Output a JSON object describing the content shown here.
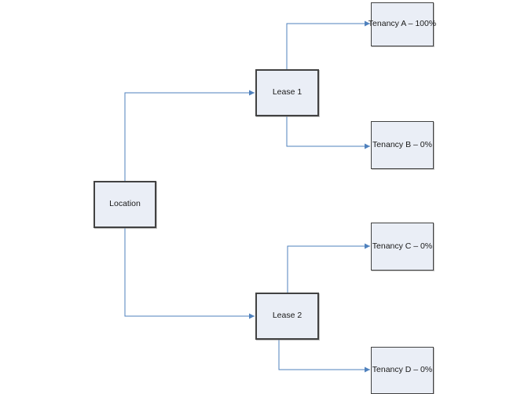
{
  "diagram": {
    "nodes": {
      "location": {
        "label": "Location"
      },
      "lease1": {
        "label": "Lease 1"
      },
      "lease2": {
        "label": "Lease 2"
      },
      "tenancy_a": {
        "label": "Tenancy A – 100%"
      },
      "tenancy_b": {
        "label": "Tenancy B – 0%"
      },
      "tenancy_c": {
        "label": "Tenancy C – 0%"
      },
      "tenancy_d": {
        "label": "Tenancy D – 0%"
      }
    },
    "edges": [
      {
        "from": "Location",
        "to": "Lease 1"
      },
      {
        "from": "Location",
        "to": "Lease 2"
      },
      {
        "from": "Lease 1",
        "to": "Tenancy A – 100%"
      },
      {
        "from": "Lease 1",
        "to": "Tenancy B – 0%"
      },
      {
        "from": "Lease 2",
        "to": "Tenancy C – 0%"
      },
      {
        "from": "Lease 2",
        "to": "Tenancy D – 0%"
      }
    ]
  },
  "colors": {
    "background": "#ffffff",
    "node_fill": "#eaeef6",
    "node_border": "#424242",
    "connector": "#4f81bd",
    "text": "#1a1a1a"
  }
}
